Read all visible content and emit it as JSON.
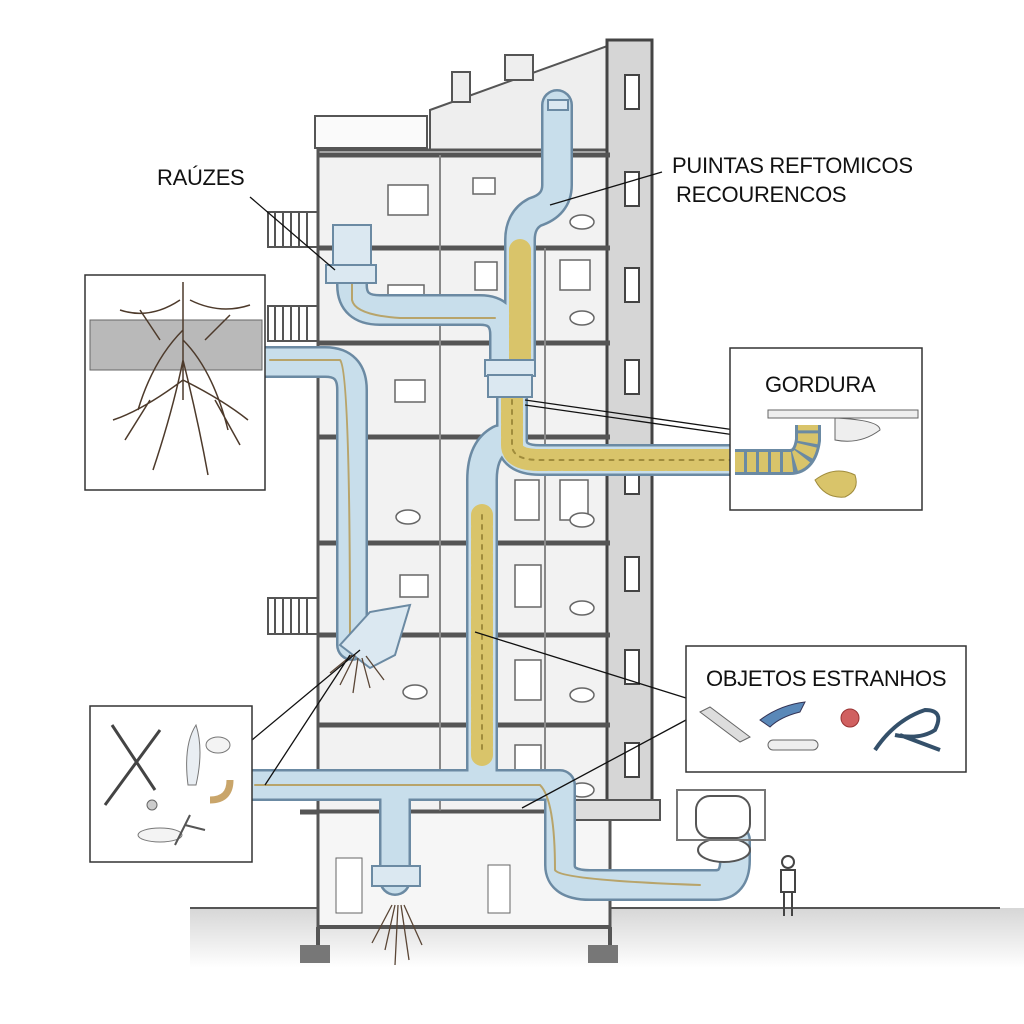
{
  "labels": {
    "roots": "RAÚZES",
    "recurring_line1": "PUINTAS REFTOMICOS",
    "recurring_line2": "RECOURENCOS",
    "grease": "GORDURA",
    "foreign_objects": "OBJETOS ESTRANHOS"
  },
  "colors": {
    "pipe_fill": "#c4dbe9",
    "pipe_stroke": "#6b8aa3",
    "grease": "#d9c46a",
    "roots": "#5a4636",
    "wall": "#555555"
  }
}
